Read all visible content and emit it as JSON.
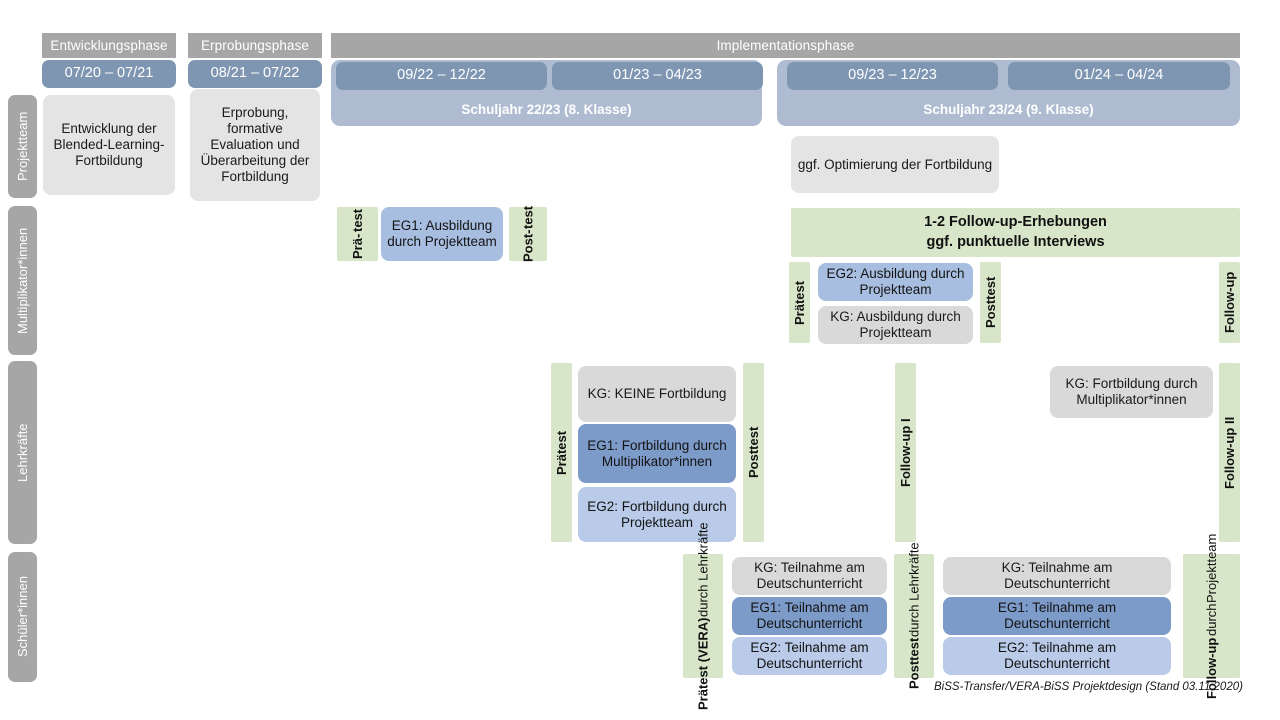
{
  "diagram": {
    "title": "BiSS-Transfer/VERA-BiSS Projektdesign",
    "footer": "BiSS-Transfer/VERA-BiSS Projektdesign (Stand 03.11.2020)",
    "colors": {
      "phase_header": "#a6a6a6",
      "period_bar": "#7f96b3",
      "schoolyear": "#aebbd0",
      "row_label": "#a6a6a6",
      "grey_box": "#e4e4e4",
      "grey_box_dark": "#d9d9d9",
      "blue_dark_eg1": "#7d9bc9",
      "blue_mid": "#a8bee0",
      "blue_light_eg2": "#b9cbe8",
      "green_measure": "#d7e5c8"
    }
  },
  "phases": [
    {
      "label": "Entwicklungsphase"
    },
    {
      "label": "Erprobungsphase"
    },
    {
      "label": "Implementationsphase"
    }
  ],
  "periods": [
    {
      "label": "07/20 – 07/21"
    },
    {
      "label": "08/21 – 07/22"
    },
    {
      "label": "09/22 – 12/22"
    },
    {
      "label": "01/23 – 04/23"
    },
    {
      "label": "09/23 – 12/23"
    },
    {
      "label": "01/24 – 04/24"
    }
  ],
  "schoolyears": [
    {
      "label": "Schuljahr 22/23 (8. Klasse)"
    },
    {
      "label": "Schuljahr 23/24 (9. Klasse)"
    }
  ],
  "rows": [
    {
      "label": "Projektteam"
    },
    {
      "label": "Multiplikator*innen"
    },
    {
      "label": "Lehrkräfte"
    },
    {
      "label": "Schüler*innen"
    }
  ],
  "projektteam": {
    "entwicklung": "Entwicklung der Blended-Learning-Fortbildung",
    "erprobung": "Erprobung, formative Evaluation und Überarbeitung der Fortbildung",
    "optimierung": "ggf. Optimierung der Fortbildung"
  },
  "multiplikatoren": {
    "praetest_l1": "Prä-",
    "praetest_l2": "test",
    "eg1": "EG1: Ausbildung durch Projektteam",
    "posttest_l1": "Post-",
    "posttest_l2": "test",
    "followup_banner_l1": "1-2 Follow-up-Erhebungen",
    "followup_banner_l2": "ggf. punktuelle Interviews",
    "praetest2": "Prätest",
    "eg2": "EG2: Ausbildung durch Projektteam",
    "kg": "KG: Ausbildung durch Projektteam",
    "posttest2": "Posttest",
    "followup": "Follow-up"
  },
  "lehrkraefte": {
    "praetest": "Prätest",
    "kg_keine": "KG:  KEINE Fortbildung",
    "eg1": "EG1: Fortbildung durch Multiplikator*innen",
    "eg2": "EG2: Fortbildung durch Projektteam",
    "posttest": "Posttest",
    "followup1": "Follow-up I",
    "kg_mult": "KG: Fortbildung durch Multiplikator*innen",
    "followup2": "Follow-up II"
  },
  "schueler": {
    "praetest_main": "Prätest (VERA)",
    "praetest_sub": "durch Lehrkräfte",
    "kg1": "KG: Teilnahme am Deutschunterricht",
    "eg1_1": "EG1: Teilnahme am Deutschunterricht",
    "eg2_1": "EG2: Teilnahme am Deutschunterricht",
    "posttest_main": "Posttest",
    "posttest_sub": "durch Lehrkräfte",
    "kg2": "KG: Teilnahme am Deutschunterricht",
    "eg1_2": "EG1: Teilnahme am Deutschunterricht",
    "eg2_2": "EG2: Teilnahme am Deutschunterricht",
    "followup_main": "Follow-up",
    "followup_sub1": "durch",
    "followup_sub2": "Projektteam"
  }
}
